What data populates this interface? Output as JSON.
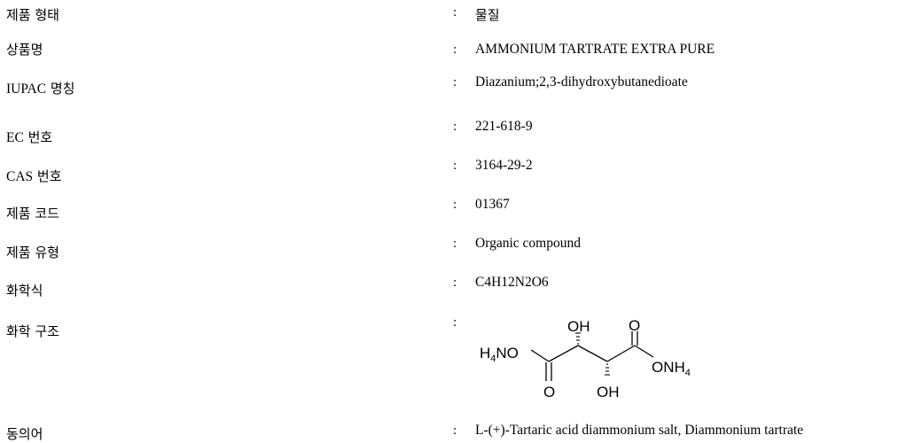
{
  "rows": [
    {
      "label": "제품 형태",
      "value": "물질"
    },
    {
      "label": "상품명",
      "value": "AMMONIUM TARTRATE EXTRA PURE"
    },
    {
      "label_latin": "IUPAC",
      "label": " 명칭",
      "value": "Diazanium;2,3-dihydroxybutanedioate"
    },
    {
      "label_latin": "EC",
      "label": " 번호",
      "value": "221-618-9"
    },
    {
      "label_latin": "CAS",
      "label": " 번호",
      "value": "3164-29-2"
    },
    {
      "label": "제품 코드",
      "value": "01367"
    },
    {
      "label": "제품 유형",
      "value": "Organic compound"
    },
    {
      "label": "화학식",
      "value": "C4H12N2O6"
    },
    {
      "label": "화학 구조",
      "value": ""
    },
    {
      "label": "동의어",
      "value": "L-(+)-Tartaric acid diammonium salt, Diammonium tartrate"
    }
  ],
  "colon": ":",
  "structure": {
    "oh_top": "OH",
    "o_top": "O",
    "left_group": "H",
    "left_sub": "4",
    "left_tail": "NO",
    "right_group": "ONH",
    "right_sub": "4",
    "o_bottom": "O",
    "oh_bottom": "OH"
  }
}
